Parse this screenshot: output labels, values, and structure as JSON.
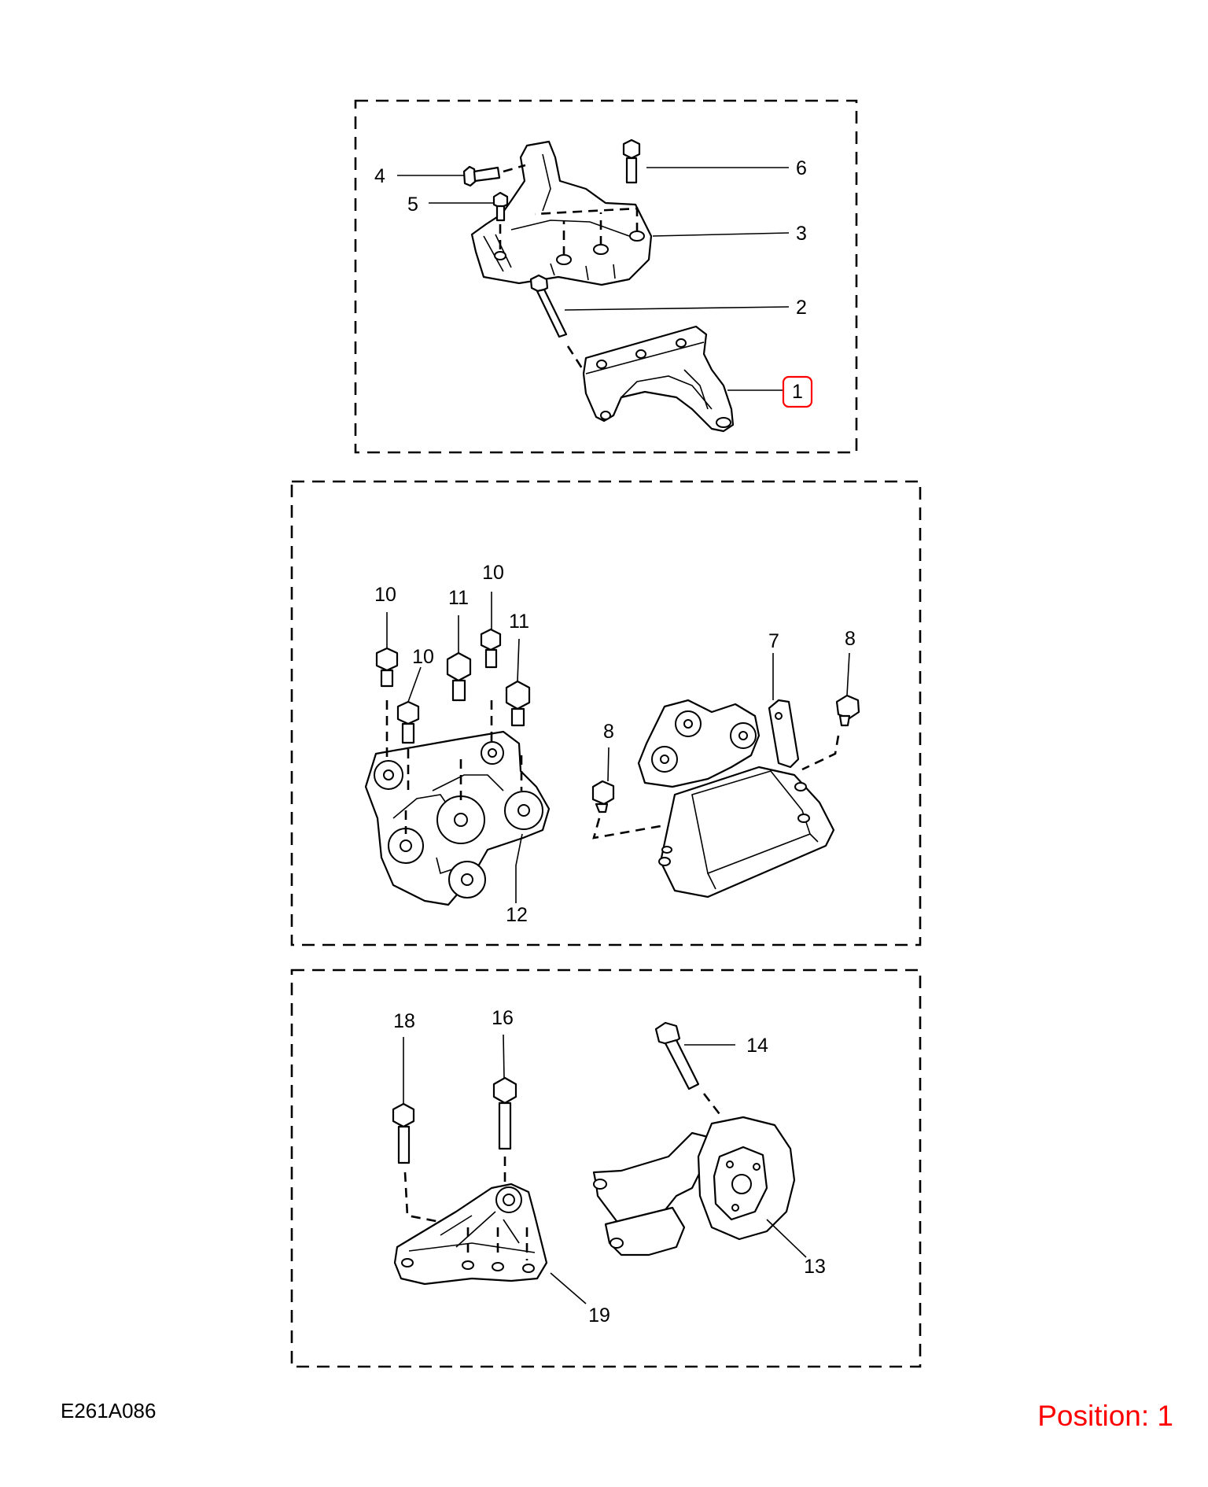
{
  "drawing_id": "E261A086",
  "position": {
    "label": "Position: 1",
    "color": "#ff0000"
  },
  "highlight_color": "#ff0000",
  "groups": [
    {
      "name": "upper-mount-group",
      "callouts": [
        {
          "text": "4"
        },
        {
          "text": "5"
        },
        {
          "text": "6"
        },
        {
          "text": "3"
        },
        {
          "text": "2"
        },
        {
          "text": "1",
          "highlighted": true
        }
      ]
    },
    {
      "name": "middle-mount-group",
      "callouts": [
        {
          "text": "10"
        },
        {
          "text": "11"
        },
        {
          "text": "10"
        },
        {
          "text": "11"
        },
        {
          "text": "10"
        },
        {
          "text": "7"
        },
        {
          "text": "8"
        },
        {
          "text": "8"
        },
        {
          "text": "12"
        }
      ]
    },
    {
      "name": "lower-mount-group",
      "callouts": [
        {
          "text": "18"
        },
        {
          "text": "16"
        },
        {
          "text": "14"
        },
        {
          "text": "13"
        },
        {
          "text": "19"
        }
      ]
    }
  ]
}
